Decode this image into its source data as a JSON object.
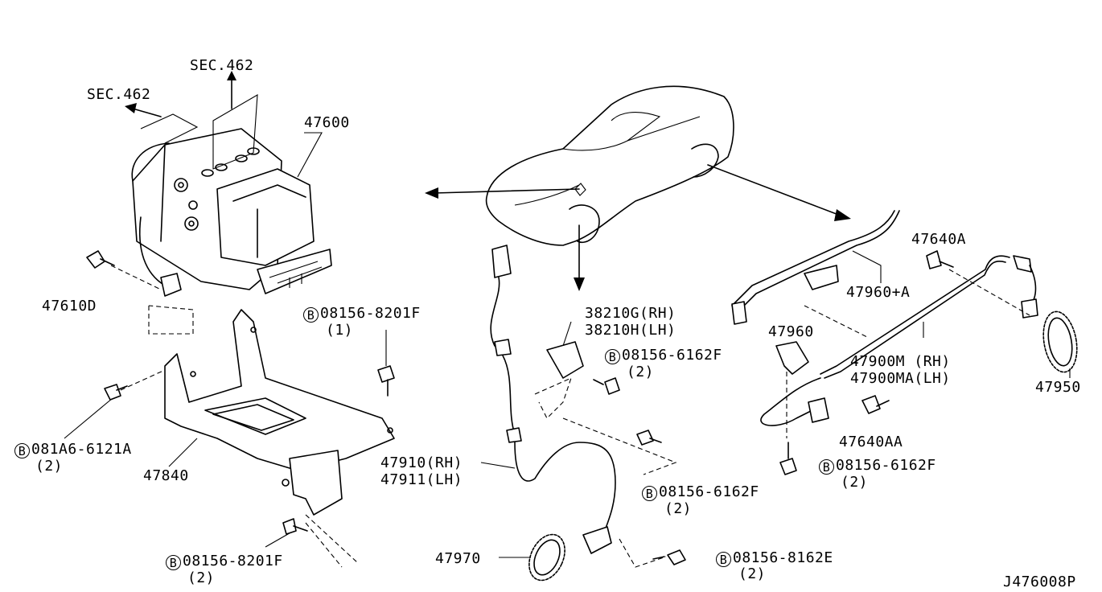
{
  "labels": {
    "sec462_top": "SEC.462",
    "sec462_left": "SEC.462",
    "p47600": "47600",
    "p47610D": "47610D",
    "bolt_a": "08156-8201F",
    "bolt_a_qty": "(1)",
    "p081A6": "081A6-6121A",
    "p081A6_qty": "(2)",
    "p47840": "47840",
    "bolt_b": "08156-8201F",
    "bolt_b_qty": "(2)",
    "p38210G": "38210G(RH)",
    "p38210H": "38210H(LH)",
    "bolt_c": "08156-6162F",
    "bolt_c_qty": "(2)",
    "p47910": "47910(RH)",
    "p47911": "47911(LH)",
    "bolt_d": "08156-6162F",
    "bolt_d_qty": "(2)",
    "p47970": "47970",
    "bolt_e": "08156-8162E",
    "bolt_e_qty": "(2)",
    "p47640A": "47640A",
    "p47960A": "47960+A",
    "p47960": "47960",
    "p47900M": "47900M (RH)",
    "p47900MA": "47900MA(LH)",
    "p47950": "47950",
    "p47640AA": "47640AA",
    "bolt_f": "08156-6162F",
    "bolt_f_qty": "(2)",
    "diagram_id": "J476008P"
  },
  "bolt_marker": "B"
}
